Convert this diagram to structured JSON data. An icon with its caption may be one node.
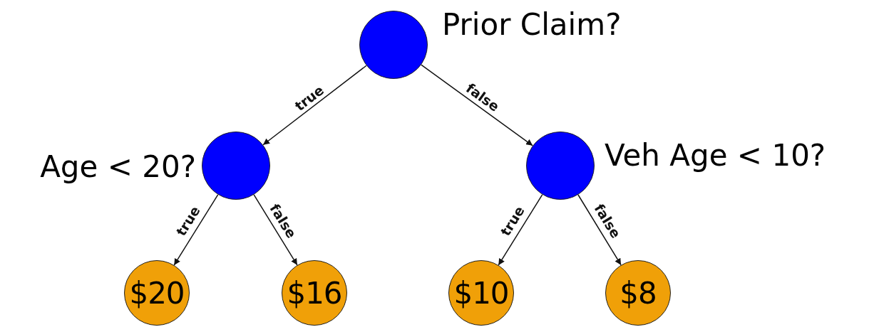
{
  "diagram": {
    "nodes": [
      {
        "text": [],
        "shape": "circle",
        "beside": [
          "Prior Claim?"
        ]
      },
      {
        "text": [],
        "shape": "circle",
        "beside": [
          "Age < 20?"
        ]
      },
      {
        "text": [],
        "shape": "circle",
        "beside": [
          "Veh Age < 10?"
        ]
      },
      {
        "text": [
          "$20"
        ]
      },
      {
        "text": [
          "$16"
        ]
      },
      {
        "text": [
          "$10"
        ]
      },
      {
        "text": [
          "$8"
        ]
      }
    ],
    "edges": [
      {
        "from": 0,
        "to": 1,
        "arrow": "to",
        "label": "true"
      },
      {
        "from": 0,
        "to": 2,
        "arrow": "to",
        "label": "false"
      },
      {
        "from": 1,
        "to": 3,
        "arrow": "to",
        "label": "true"
      },
      {
        "from": 1,
        "to": 4,
        "arrow": "to",
        "label": "false"
      },
      {
        "from": 2,
        "to": 5,
        "arrow": "to",
        "label": "true"
      },
      {
        "from": 2,
        "to": 6,
        "arrow": "to",
        "label": "false"
      }
    ]
  }
}
